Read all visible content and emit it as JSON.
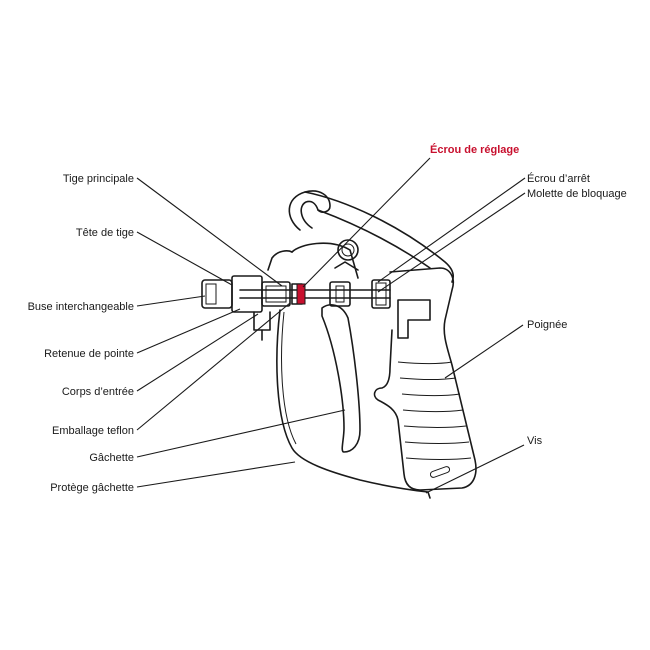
{
  "diagram": {
    "labels": {
      "tige_principale": "Tige principale",
      "tete_de_tige": "Tête de tige",
      "buse": "Buse interchangeable",
      "retenue": "Retenue de pointe",
      "corps": "Corps d’entrée",
      "emballage": "Emballage teflon",
      "gachette": "Gâchette",
      "protege": "Protège gâchette",
      "ecrou_reglage": "Écrou de réglage",
      "ecrou_arret": "Écrou d’arrêt",
      "molette": "Molette de bloquage",
      "poignee": "Poignée",
      "vis": "Vis"
    },
    "colors": {
      "highlight": "#c8102e",
      "line": "#1a1a1a"
    }
  }
}
